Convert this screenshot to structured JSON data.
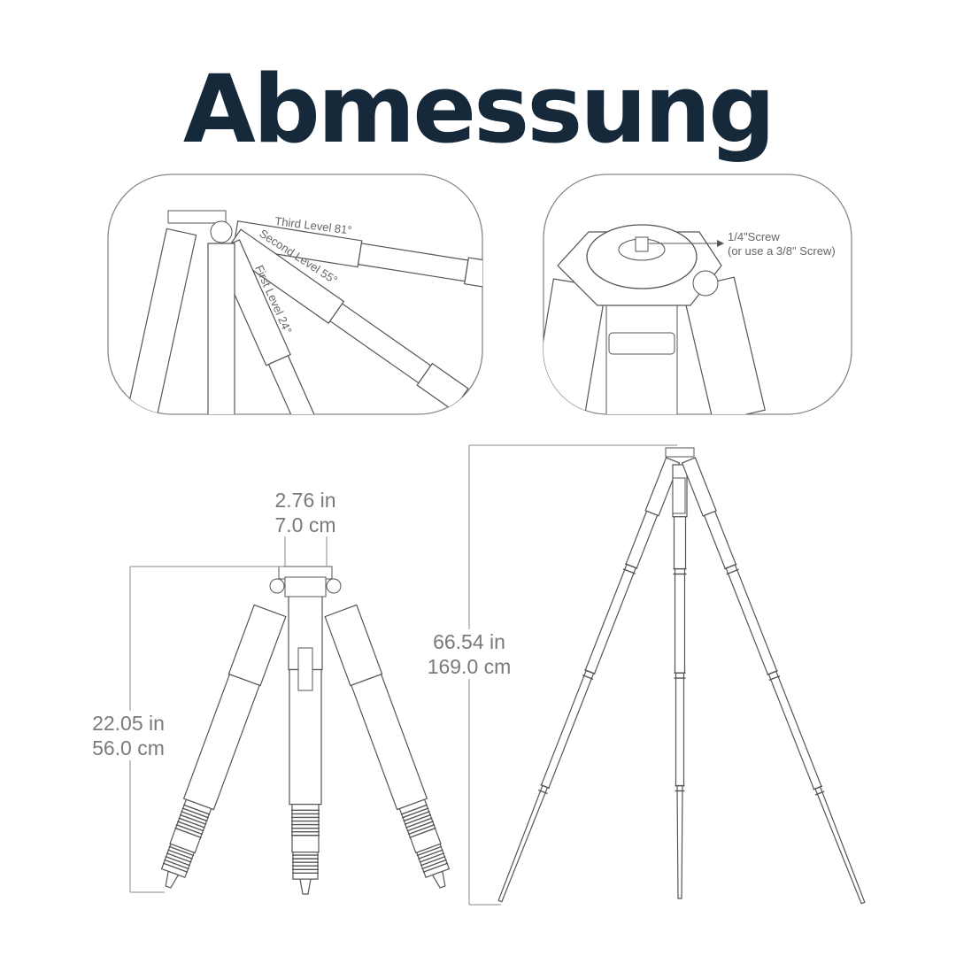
{
  "title": "Abmessung",
  "angle_panel": {
    "third_level": "Third Level 81°",
    "second_level": "Second Level 55°",
    "first_level": "First Level 24°"
  },
  "screw_panel": {
    "screw_line1": "1/4\"Screw",
    "screw_line2": "(or use a 3/8\" Screw)"
  },
  "folded": {
    "width_in": "2.76 in",
    "width_cm": "7.0 cm",
    "height_in": "22.05 in",
    "height_cm": "56.0 cm"
  },
  "extended": {
    "height_in": "66.54 in",
    "height_cm": "169.0 cm"
  },
  "colors": {
    "title": "#15293a",
    "dimension_text": "#7a7a7a",
    "line_art": "#555555"
  }
}
